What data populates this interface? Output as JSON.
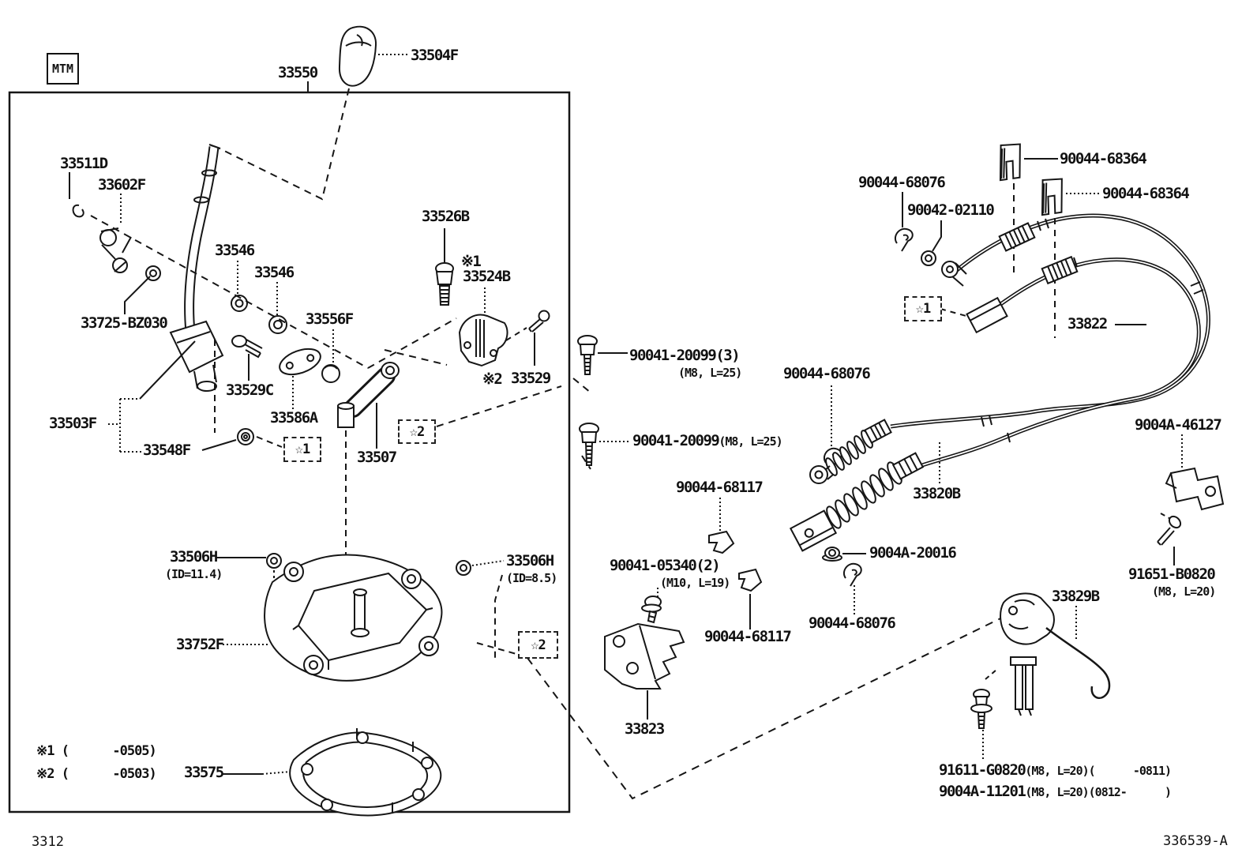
{
  "page": {
    "page_code": "3312",
    "figure_code": "336539-A"
  },
  "labels": {
    "mtm": "MTM",
    "p33550": "33550",
    "p33504F": "33504F",
    "p33511D": "33511D",
    "p33602F": "33602F",
    "p33725": "33725-BZ030",
    "p33546": "33546",
    "p33526B": "33526B",
    "p33524B": "33524B",
    "p33556F": "33556F",
    "p33529C": "33529C",
    "p33586A": "33586A",
    "p33503F": "33503F",
    "p33548F": "33548F",
    "p33507": "33507",
    "p33529": "33529",
    "p33506H": "33506H",
    "id114": "(ID=11.4)",
    "id85": "(ID=8.5)",
    "p33752F": "33752F",
    "p33575": "33575",
    "p68364": "90044-68364",
    "p68076": "90044-68076",
    "p02110": "90042-02110",
    "p33822": "33822",
    "p20099_3": "90041-20099(3)",
    "p20099": "90041-20099",
    "spec_m8_25": "(M8, L=25)",
    "p68117": "90044-68117",
    "p33820B": "33820B",
    "p20016": "9004A-20016",
    "p05340": "90041-05340(2)",
    "spec_m10_19": "(M10, L=19)",
    "p33823": "33823",
    "p46127": "9004A-46127",
    "pB0820": "91651-B0820",
    "spec_m8_20": "(M8, L=20)",
    "p33829B": "33829B",
    "p91611": "91611-G0820",
    "spec_91611": "(M8, L=20)(      -0811)",
    "p11201": "9004A-11201",
    "spec_11201": "(M8, L=20)(0812-      )"
  },
  "markers": {
    "star1": "☆1",
    "star2": "☆2",
    "ref1": "※1",
    "ref2": "※2"
  },
  "footnotes": {
    "note1": "※1 (      -0505)",
    "note2": "※2 (      -0503)"
  }
}
